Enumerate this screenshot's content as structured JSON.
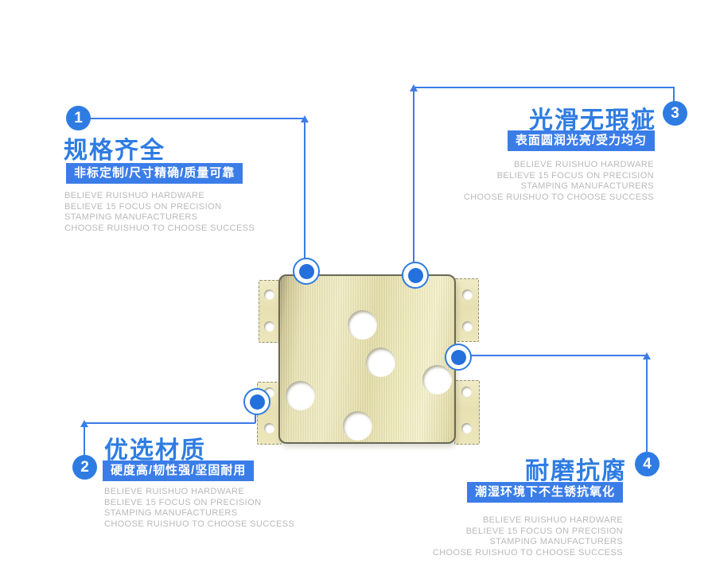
{
  "meta": {
    "description": "Product feature infographic for a brass stamping hardware plate with four numbered callouts",
    "colors": {
      "accent_blue": "#2e7ce2",
      "tagline_bg": "#3b7de8",
      "line_blue": "#3b7ce8",
      "english_gray": "#b9b9ba",
      "brass": "#e9e2b2"
    }
  },
  "product": {
    "name": "brass stamping plate with holes"
  },
  "features": [
    {
      "number": "1",
      "title": "规格齐全",
      "tagline": "非标定制/尺寸精确/质量可靠"
    },
    {
      "number": "2",
      "title": "优选材质",
      "tagline": "硬度高/韧性强/坚固耐用"
    },
    {
      "number": "3",
      "title": "光滑无瑕疵",
      "tagline": "表面圆润光亮/受力均匀"
    },
    {
      "number": "4",
      "title": "耐磨抗腐",
      "tagline": "潮湿环境下不生锈抗氧化"
    }
  ],
  "english_lines": [
    "BELIEVE RUISHUO HARDWARE",
    "BELIEVE 15 FOCUS ON PRECISION",
    "STAMPING MANUFACTURERS",
    "CHOOSE RUISHUO TO CHOOSE SUCCESS"
  ]
}
